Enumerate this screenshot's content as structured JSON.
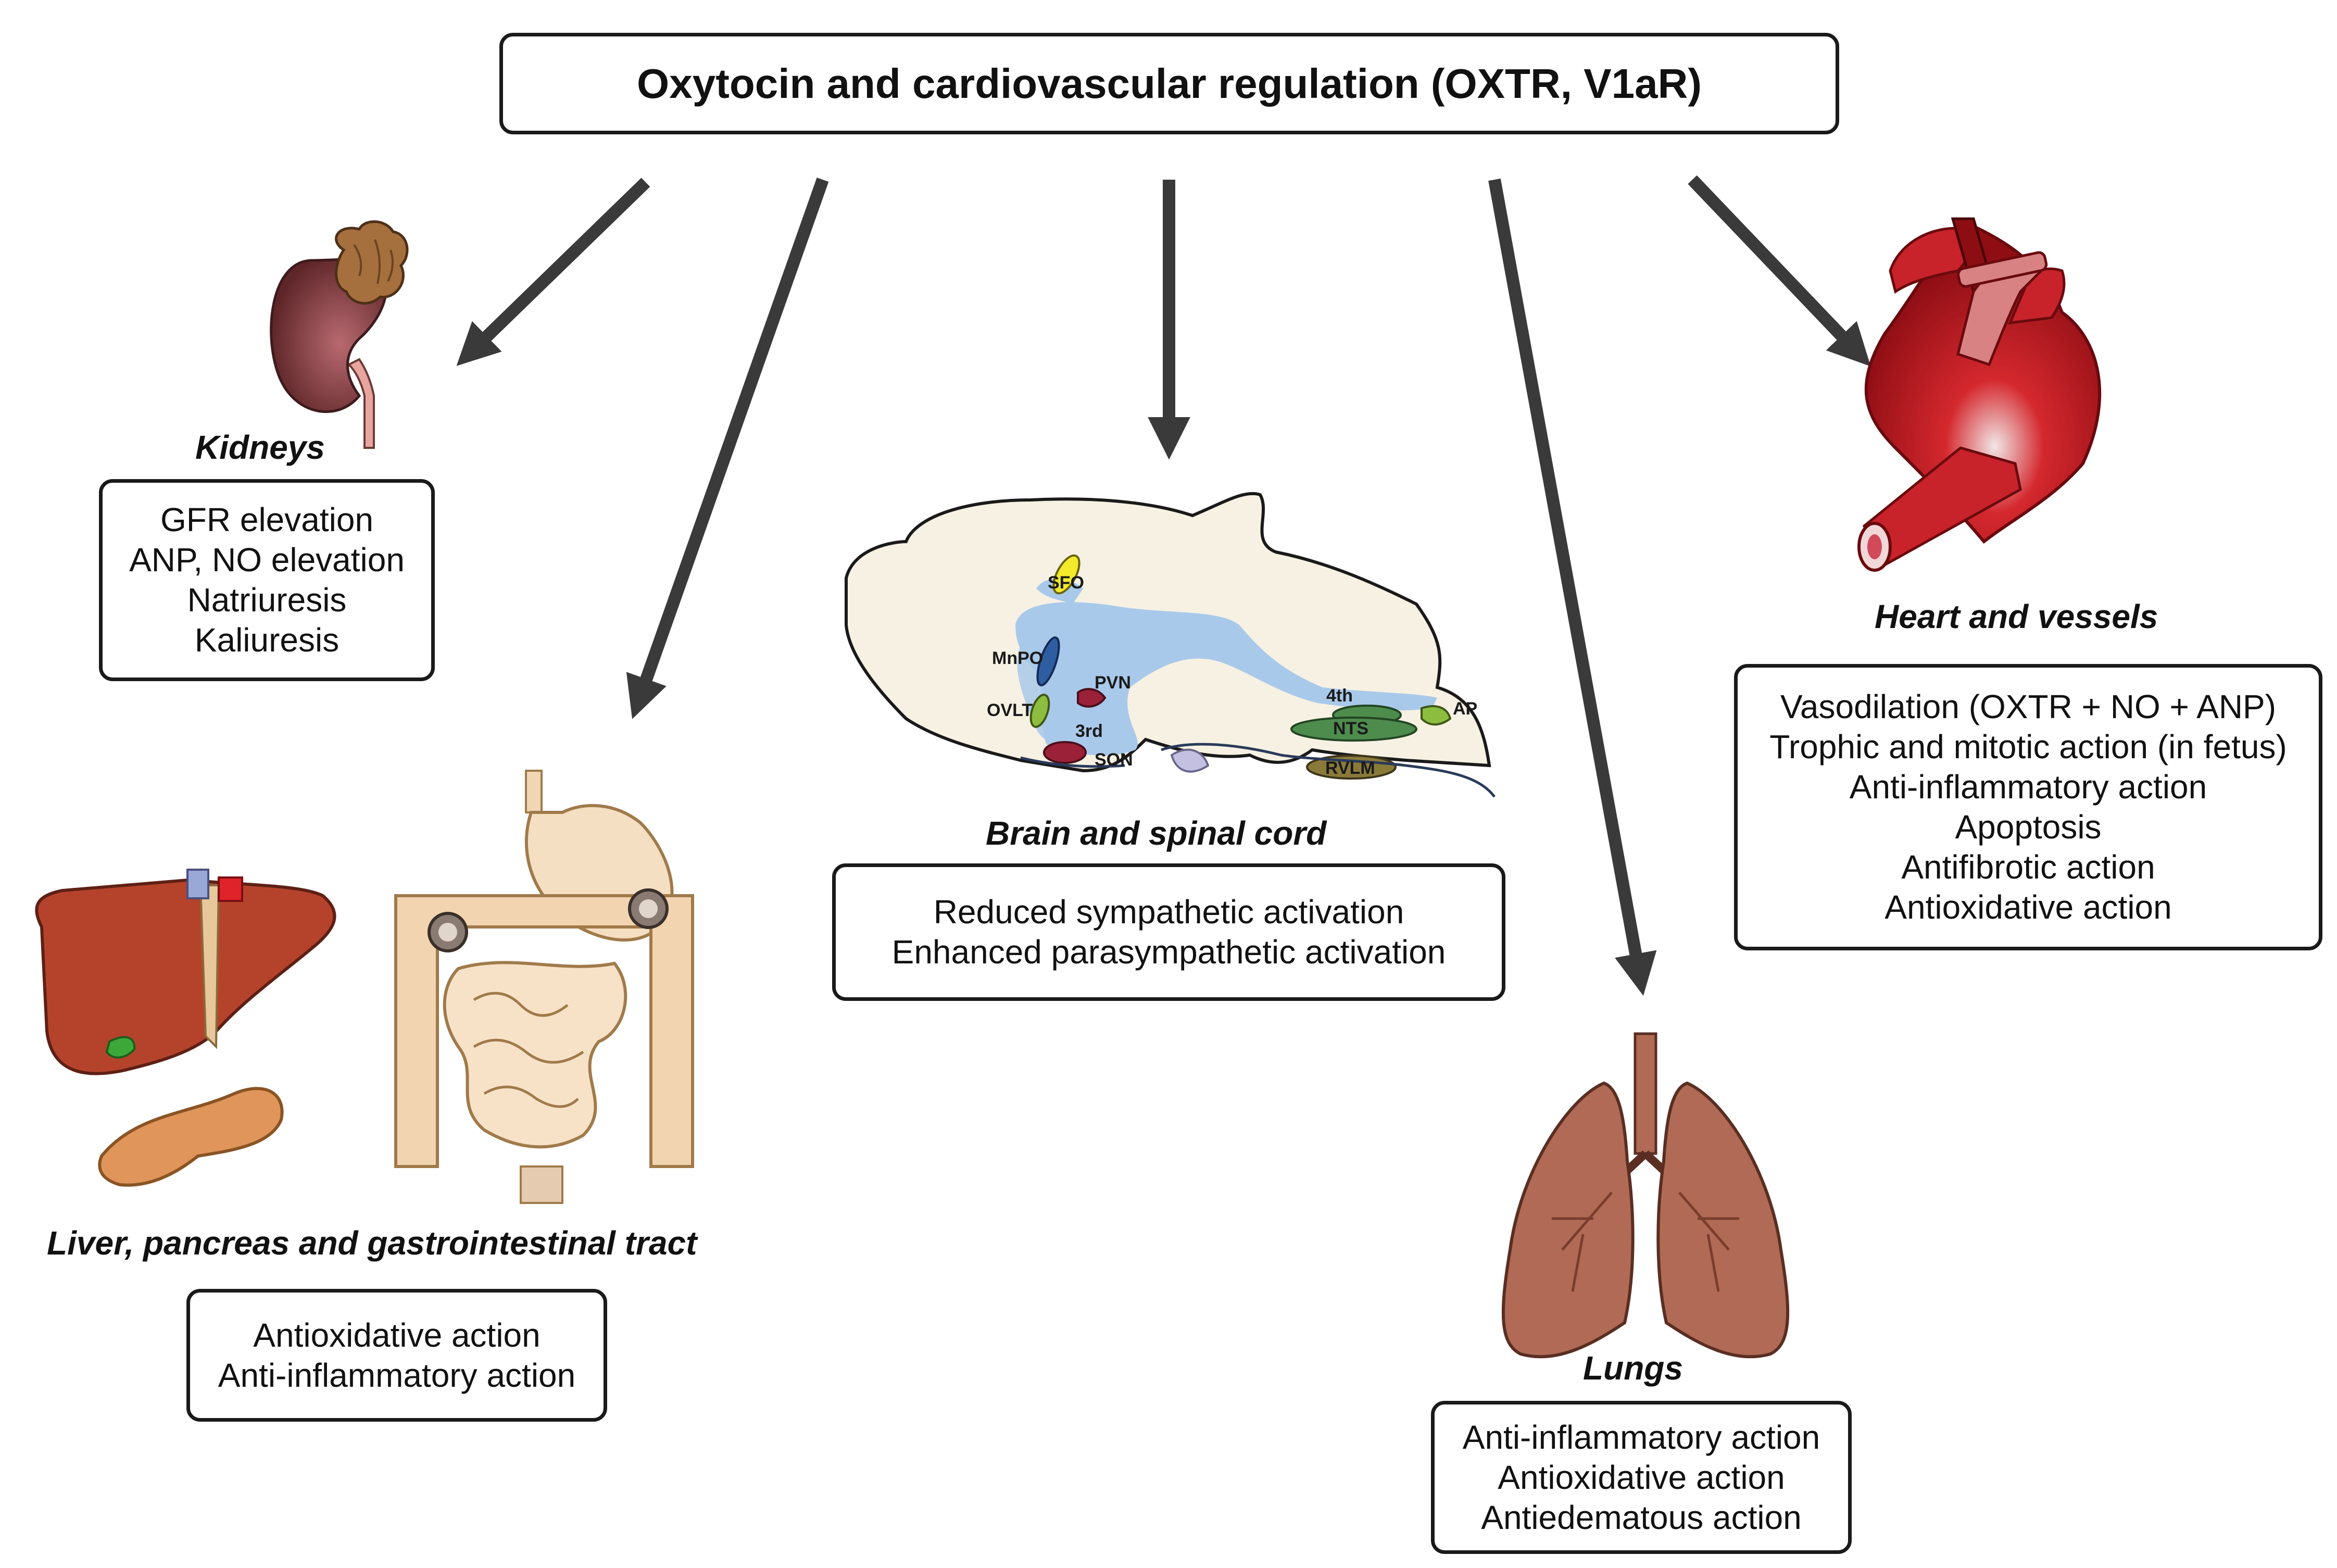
{
  "title": "Oxytocin and cardiovascular regulation (OXTR, V1aR)",
  "kidneys": {
    "label": "Kidneys",
    "effects": [
      "GFR elevation",
      "ANP, NO elevation",
      "Natriuresis",
      "Kaliuresis"
    ]
  },
  "liver_gi": {
    "label": "Liver, pancreas and gastrointestinal tract",
    "effects": [
      "Antioxidative action",
      "Anti-inflammatory action"
    ]
  },
  "brain": {
    "label": "Brain and spinal cord",
    "effects": [
      "Reduced sympathetic activation",
      "Enhanced parasympathetic activation"
    ],
    "regions": {
      "sfo": "SFO",
      "mnpo": "MnPO",
      "ovlt": "OVLT",
      "pvn": "PVN",
      "third": "3rd",
      "son": "SON",
      "fourth": "4th",
      "nts": "NTS",
      "ap": "AP",
      "rvlm": "RVLM"
    }
  },
  "lungs": {
    "label": "Lungs",
    "effects": [
      "Anti-inflammatory action",
      "Antioxidative action",
      "Antiedematous action"
    ]
  },
  "heart": {
    "label": "Heart and vessels",
    "effects": [
      "Vasodilation (OXTR + NO + ANP)",
      "Trophic and mitotic action (in fetus)",
      "Anti-inflammatory action",
      "Apoptosis",
      "Antifibrotic action",
      "Antioxidative action"
    ]
  },
  "colors": {
    "arrow": "#3a3a3a",
    "kidney": "#7a3a3e",
    "liver": "#b5432b",
    "heart": "#b3141b",
    "lung": "#b06a55",
    "ventricle": "#a9c9ea",
    "brain_fill": "#f6f1e3"
  }
}
